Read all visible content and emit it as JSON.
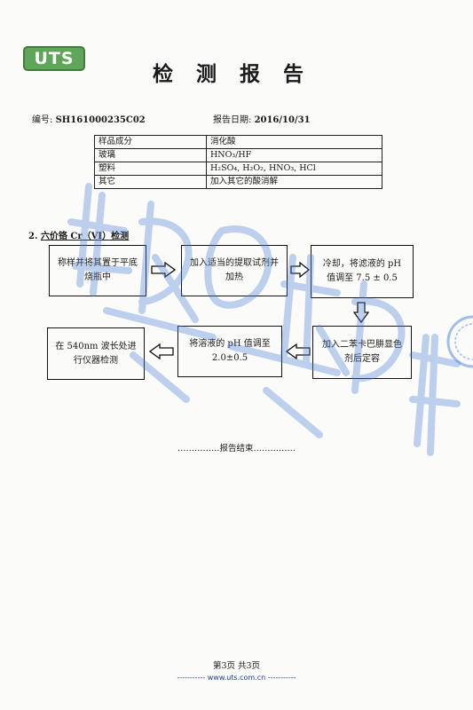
{
  "header": {
    "logo_text": "UTS",
    "title": "检测报告",
    "number_label": "编号:",
    "number_value": "SH161000235C02",
    "date_label": "报告日期:",
    "date_value": "2016/10/31"
  },
  "composition_table": [
    {
      "component": "样品成分",
      "method": "消化酸"
    },
    {
      "component": "玻璃",
      "method": "HNO₃/HF"
    },
    {
      "component": "塑料",
      "method": "H₂SO₄, H₂O₂, HNO₃, HCl"
    },
    {
      "component": "其它",
      "method": "加入其它的酸消解"
    }
  ],
  "section": {
    "number": "2.",
    "title": "六价铬 Cr（VI）检测"
  },
  "flow_steps": [
    "称样并将其置于平底烧瓶中",
    "加入适当的提取试剂并加热",
    "冷却，将滤液的 pH 值调至 7.5 ± 0.5",
    "加入二苯卡巴肼显色剂后定容",
    "将溶液的 pH 值调至 2.0±0.5",
    "在 540nm 波长处进行仪器检测"
  ],
  "end_text": "……………报告结束……………",
  "footer": {
    "page": "第3页 共3页",
    "website": "----------- www.uts.com.cn -----------"
  },
  "colors": {
    "logo_green": "#5fa55a",
    "watermark_blue": "#4a7fd6",
    "site_blue": "#1a3d8f"
  }
}
